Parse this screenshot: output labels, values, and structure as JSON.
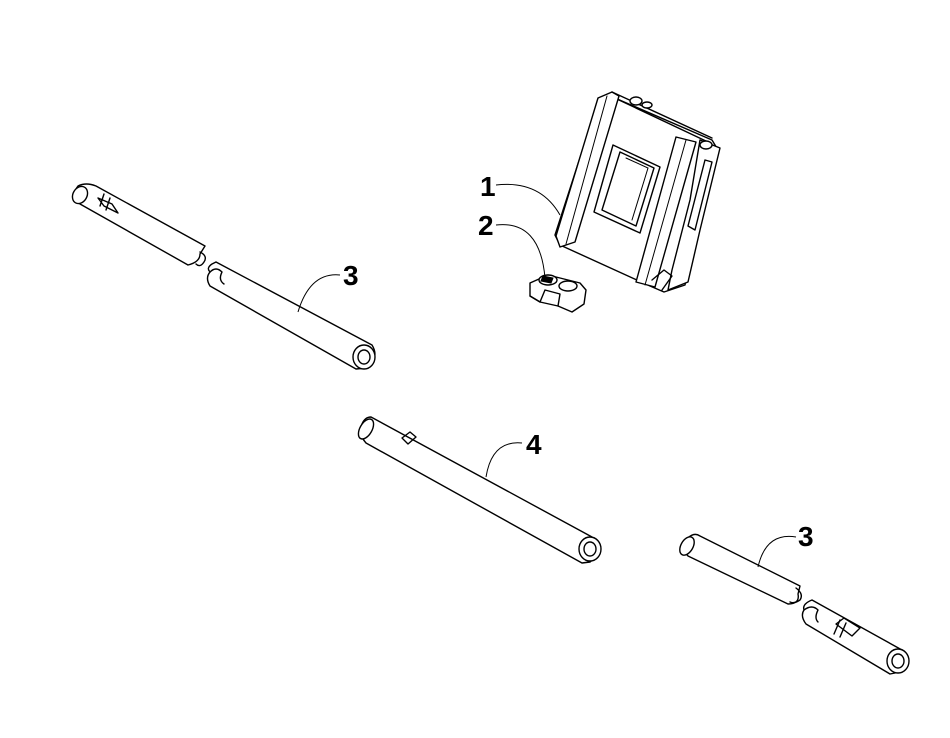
{
  "callouts": {
    "c1": "1",
    "c2": "2",
    "c3_left": "3",
    "c4": "4",
    "c3_right": "3"
  },
  "parts": [
    {
      "number": "1",
      "icon": "mounting-bracket-icon"
    },
    {
      "number": "2",
      "icon": "clamp-block-icon"
    },
    {
      "number": "3",
      "icon": "long-rod-icon"
    },
    {
      "number": "4",
      "icon": "shaft-icon"
    }
  ]
}
